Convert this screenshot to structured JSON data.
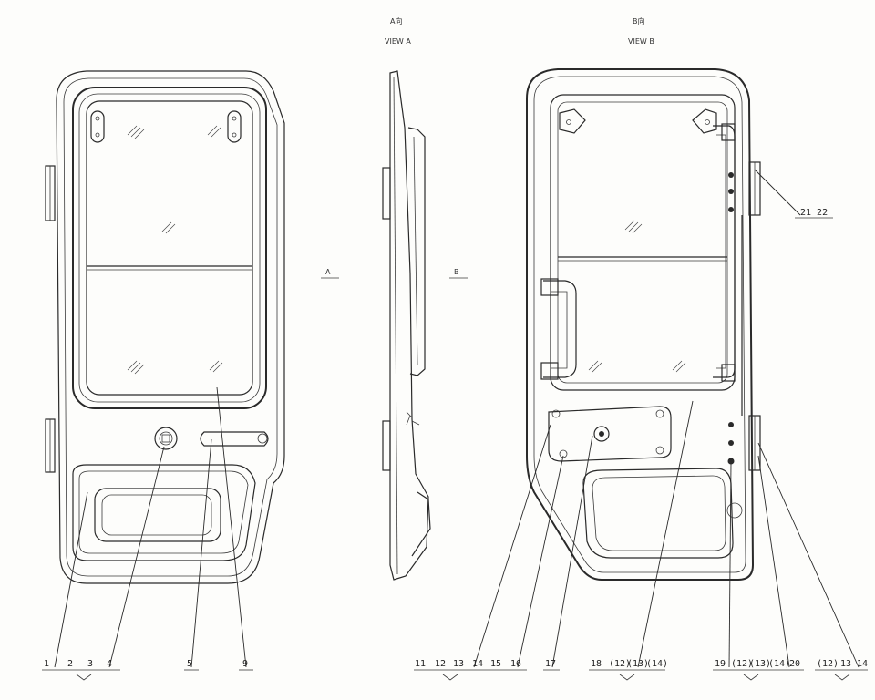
{
  "views": {
    "view_a_cn": "A向",
    "view_a_en": "VIEW A",
    "view_b_cn": "B向",
    "view_b_en": "VIEW B",
    "arrow_a": "A",
    "arrow_b": "B"
  },
  "left_labels": [
    "1",
    "2",
    "3",
    "4",
    "5",
    "9"
  ],
  "right_labels": [
    "11",
    "12",
    "13",
    "14",
    "15",
    "16",
    "17",
    "18",
    "(12)",
    "(13)",
    "(14)",
    "19",
    "(12)",
    "(13)",
    "(14)",
    "20",
    "(12)",
    "13",
    "14"
  ],
  "top_right_label": "21  22"
}
